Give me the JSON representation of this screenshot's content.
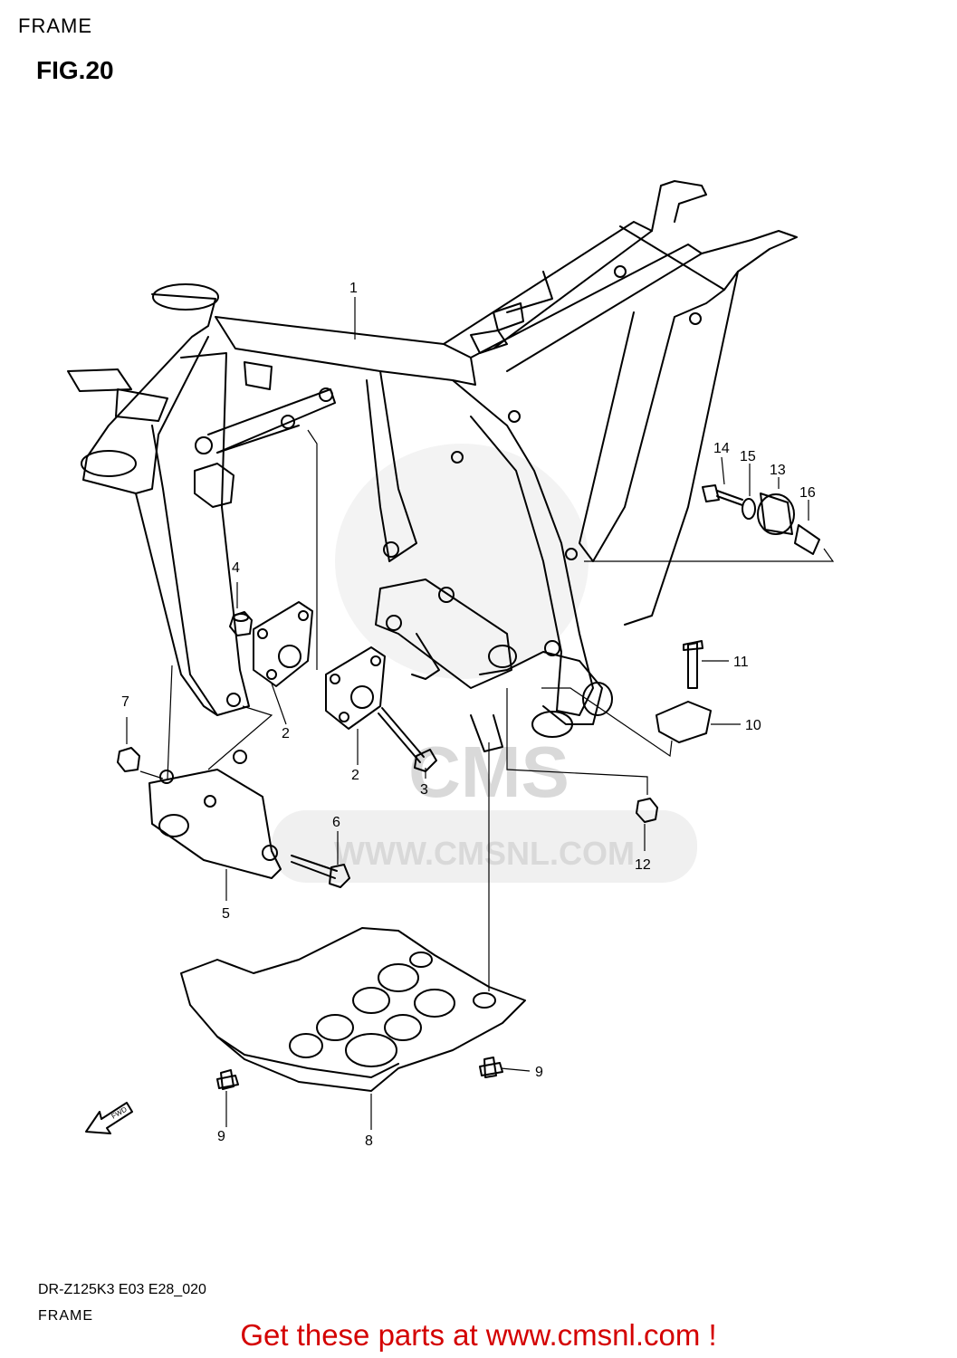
{
  "header": {
    "section": "FRAME",
    "figure": "FIG.20"
  },
  "watermark": {
    "logo_text": "CMS",
    "url_text": "WWW.CMSNL.COM"
  },
  "callouts": [
    {
      "id": "c1",
      "label": "1"
    },
    {
      "id": "c2a",
      "label": "2"
    },
    {
      "id": "c2b",
      "label": "2"
    },
    {
      "id": "c3",
      "label": "3"
    },
    {
      "id": "c4",
      "label": "4"
    },
    {
      "id": "c5",
      "label": "5"
    },
    {
      "id": "c6",
      "label": "6"
    },
    {
      "id": "c7",
      "label": "7"
    },
    {
      "id": "c8",
      "label": "8"
    },
    {
      "id": "c9a",
      "label": "9"
    },
    {
      "id": "c9b",
      "label": "9"
    },
    {
      "id": "c10",
      "label": "10"
    },
    {
      "id": "c11",
      "label": "11"
    },
    {
      "id": "c12",
      "label": "12"
    },
    {
      "id": "c13",
      "label": "13"
    },
    {
      "id": "c14",
      "label": "14"
    },
    {
      "id": "c15",
      "label": "15"
    },
    {
      "id": "c16",
      "label": "16"
    }
  ],
  "fwd_label": "FWD",
  "footer": {
    "diagram_code": "DR-Z125K3 E03 E28_020",
    "section": "FRAME",
    "promo": "Get these parts at www.cmsnl.com !"
  },
  "colors": {
    "promo": "#d40000",
    "line": "#000000",
    "watermark": "#e4e4e4"
  }
}
